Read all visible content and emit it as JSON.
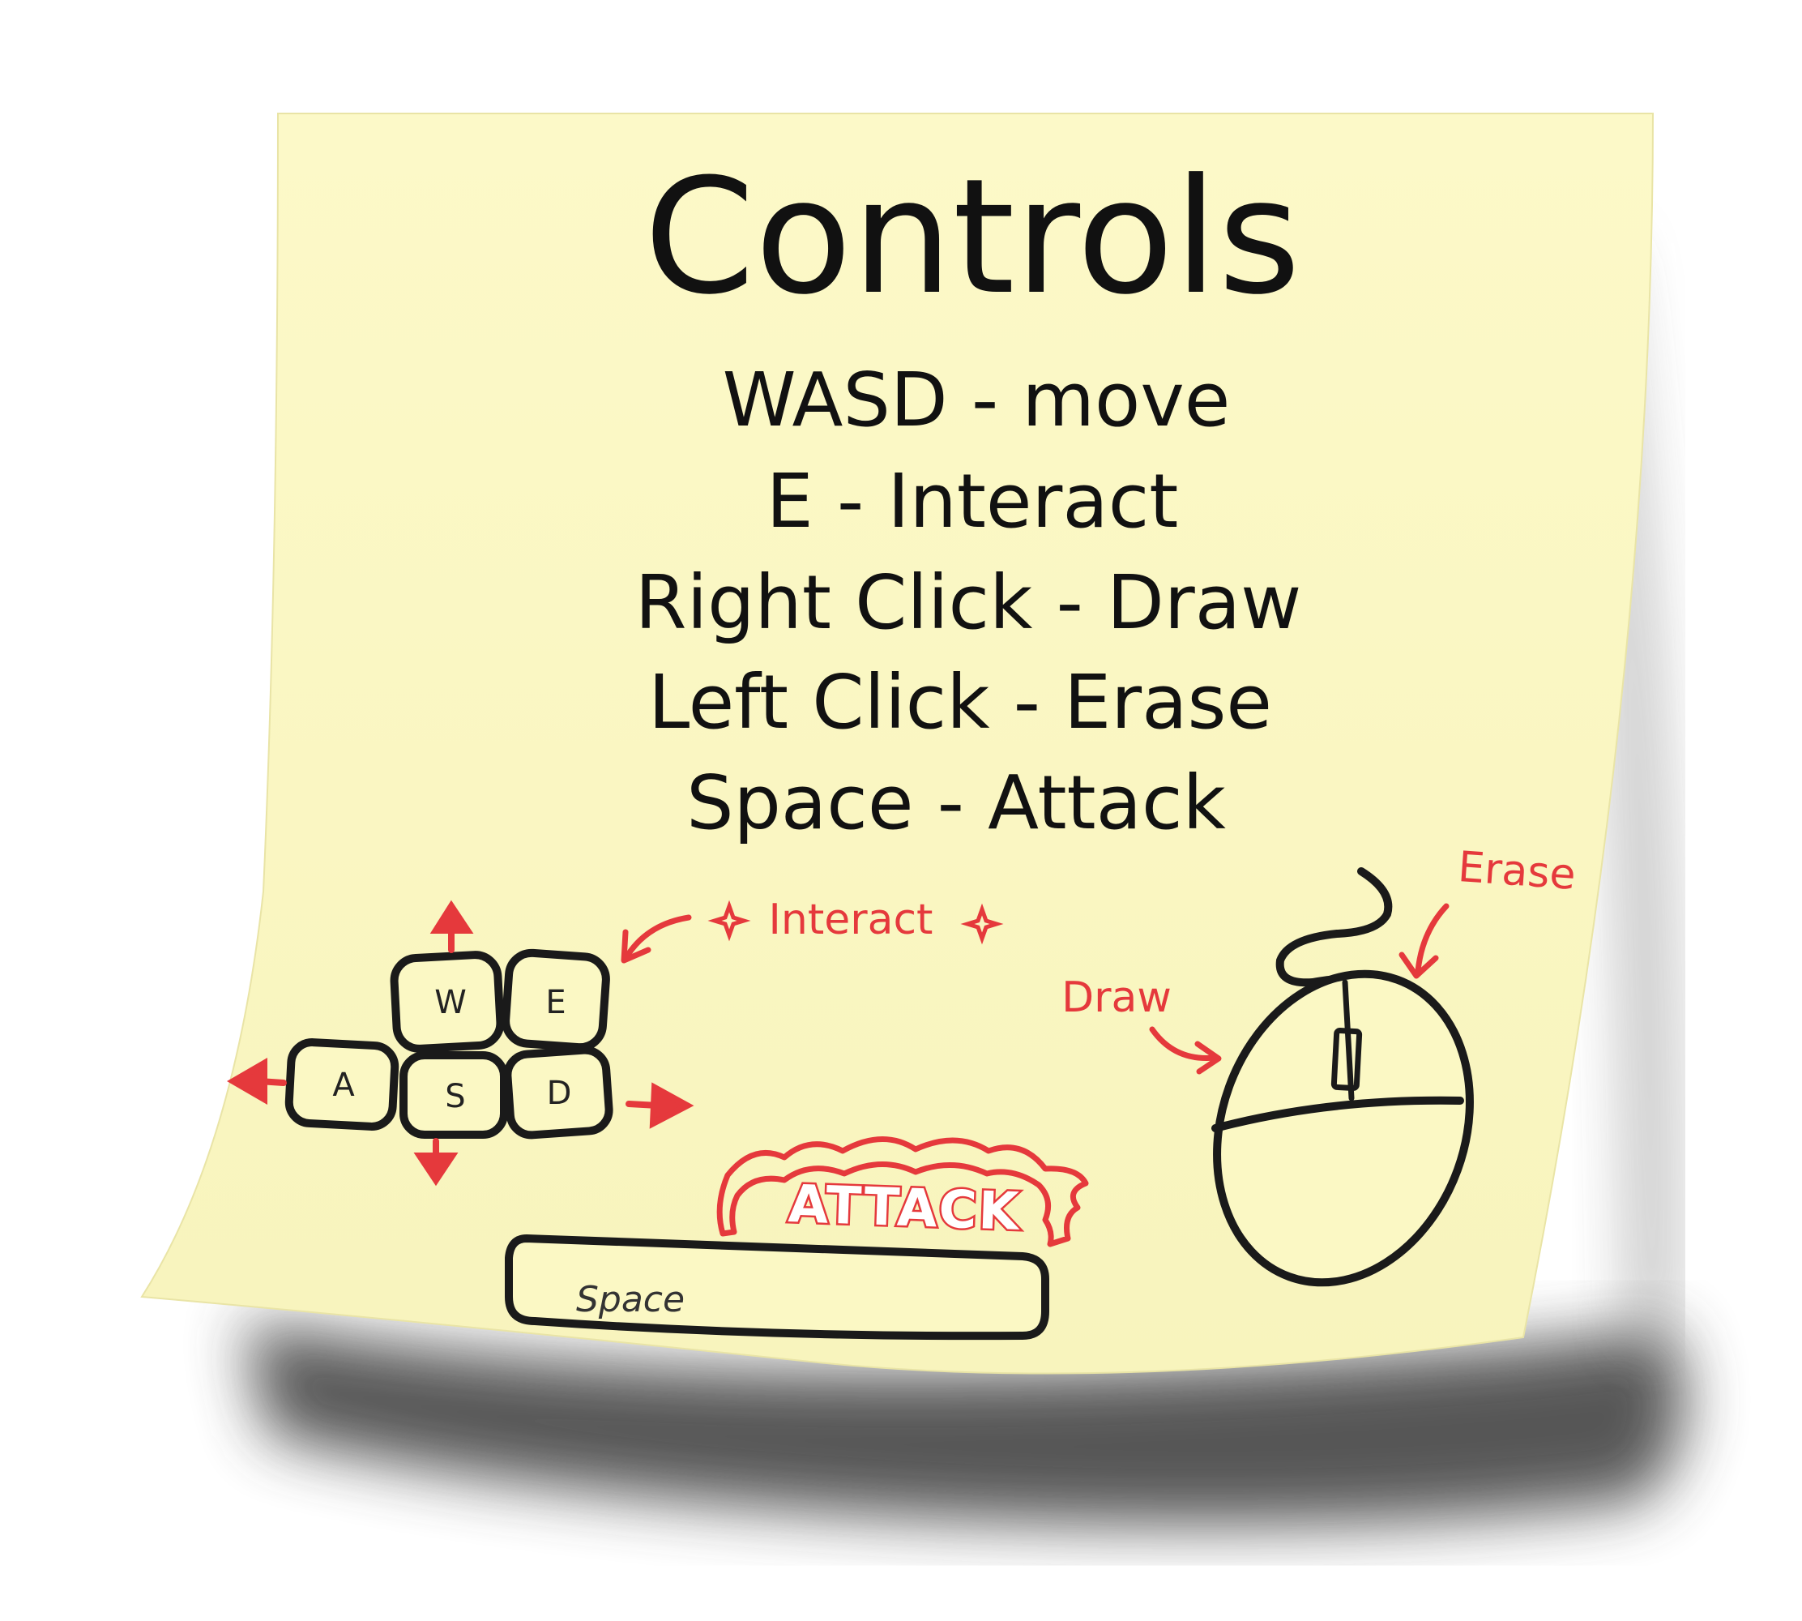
{
  "title": "Controls",
  "controls": [
    "WASD - move",
    "E - Interact",
    "Right Click - Draw",
    "Left Click - Erase",
    "Space - Attack"
  ],
  "keys": {
    "w": "W",
    "e": "E",
    "a": "A",
    "s": "S",
    "d": "D",
    "space": "Space"
  },
  "annotations": {
    "interact": "Interact",
    "attack": "ATTACK",
    "draw": "Draw",
    "erase": "Erase"
  },
  "colors": {
    "note": "#FBF8C4",
    "ink": "#111111",
    "accent": "#E5393C",
    "shadow": "#5a5a5a"
  }
}
